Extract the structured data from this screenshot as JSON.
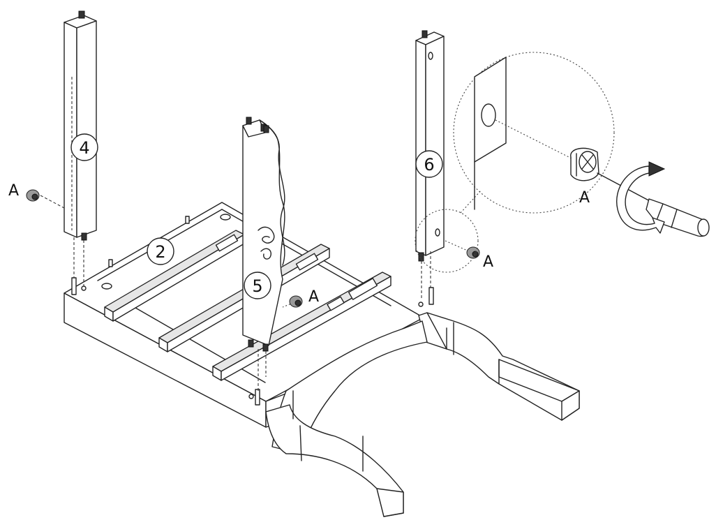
{
  "parts": {
    "board": "2",
    "leg_left": "4",
    "leg_center": "5",
    "leg_right": "6"
  },
  "fittings": {
    "cam_left": "A",
    "cam_center": "A",
    "cam_right": "A",
    "cam_detail": "A"
  }
}
